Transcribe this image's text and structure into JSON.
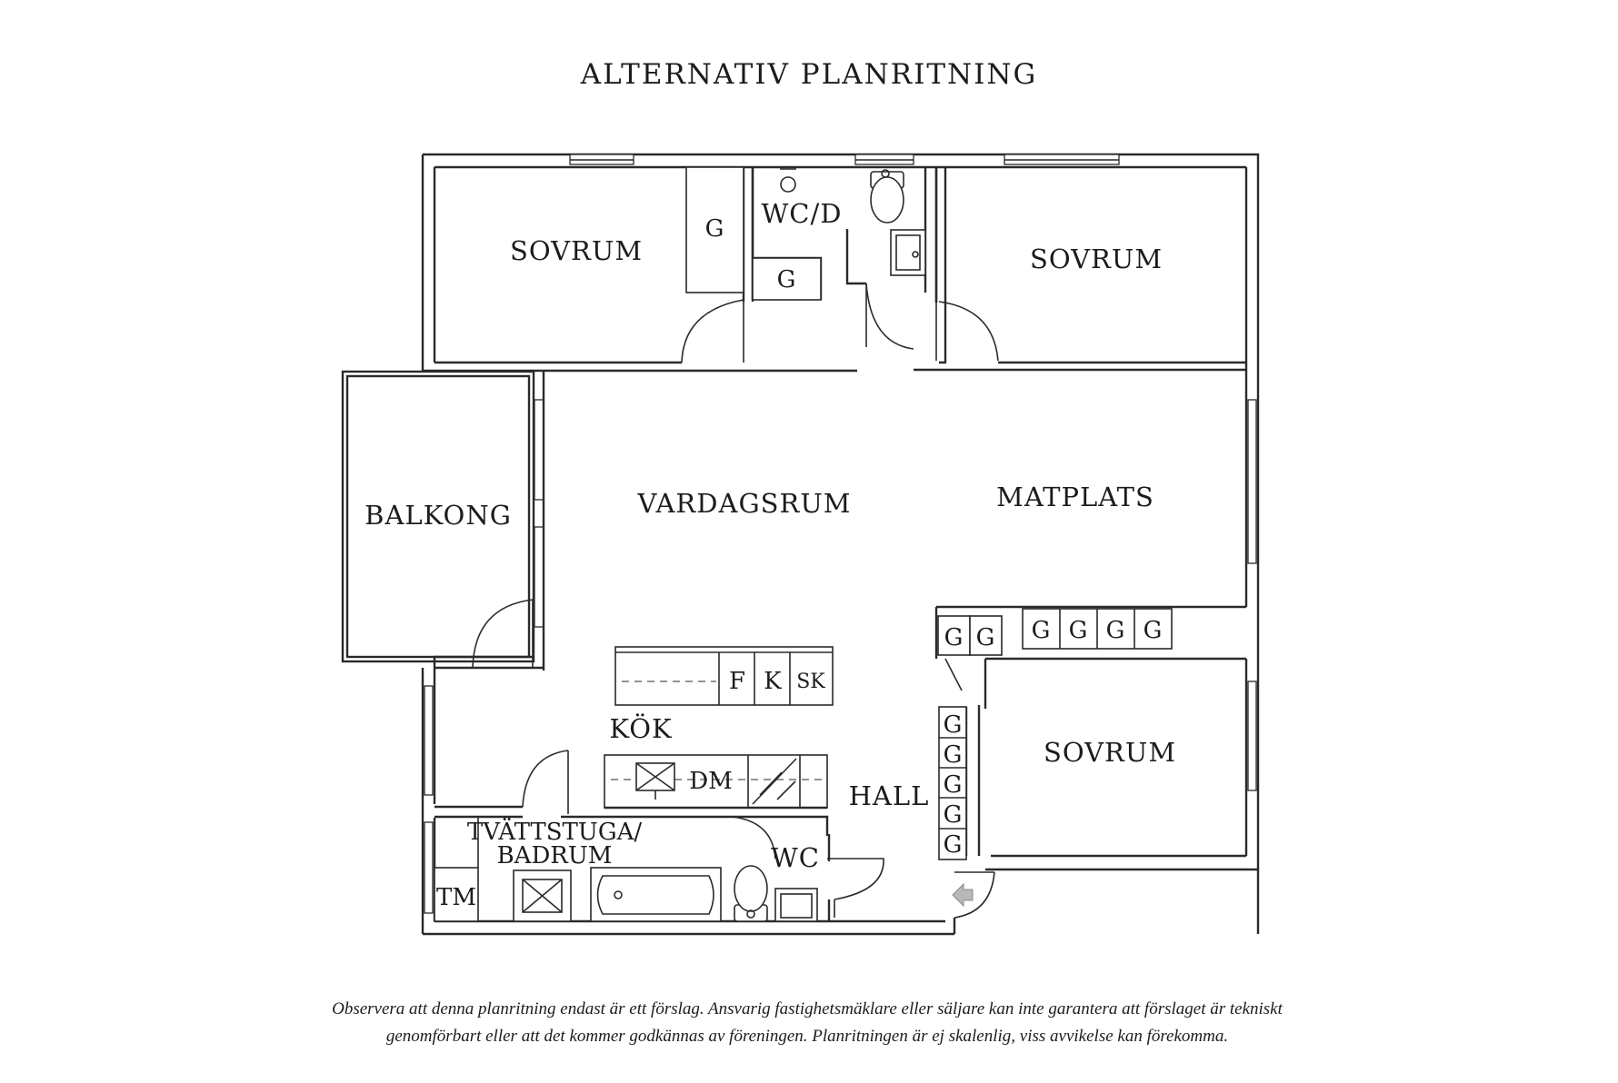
{
  "title": "ALTERNATIV PLANRITNING",
  "rooms": {
    "sovrum_1": "SOVRUM",
    "sovrum_2": "SOVRUM",
    "sovrum_3": "SOVRUM",
    "wc_d": "WC/D",
    "balkong": "BALKONG",
    "vardagsrum": "VARDAGSRUM",
    "matplats": "MATPLATS",
    "kok": "KÖK",
    "hall": "HALL",
    "tvattstuga_line1": "TVÄTTSTUGA/",
    "tvattstuga_line2": "BADRUM",
    "wc": "WC"
  },
  "fixtures": {
    "garderob": "G",
    "fridge": "F",
    "freezer": "K",
    "cabinet": "SK",
    "dishwasher": "DM",
    "dryer": "TM"
  },
  "disclaimer": {
    "line1": "Observera att denna planritning endast är ett förslag. Ansvarig fastighetsmäklare eller säljare kan inte garantera att förslaget är tekniskt",
    "line2": "genomförbart eller att det kommer godkännas av föreningen. Planritningen är ej skalenlig, viss avvikelse kan förekomma."
  },
  "colors": {
    "line": "#2a2a2a",
    "text": "#1c1c1c",
    "background": "#ffffff"
  }
}
